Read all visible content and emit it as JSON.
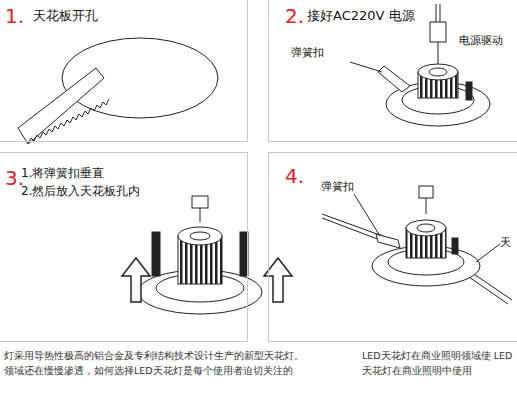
{
  "diagram": {
    "nodes": [
      {
        "text": [
          "1.",
          "天花板开孔"
        ]
      },
      {
        "text": [
          "2.",
          "接好AC220V 电源",
          "电源驱动",
          "弹簧扣"
        ]
      },
      {
        "text": [
          "3.",
          "1.将弹簧扣垂直",
          "2.然后放入天花板孔内"
        ]
      },
      {
        "text": [
          "4.",
          "弹簧扣",
          "天"
        ]
      }
    ],
    "labels": [
      "灯采用导热性极高的铝合金及专利结构技术设计生产的新型天花灯。 领域还在慢慢渗透，如何选择LED天花灯是每个使用者迫切关注的",
      "LED天花灯在商业照明领域使 LED天花灯在商业照明中使用"
    ]
  }
}
